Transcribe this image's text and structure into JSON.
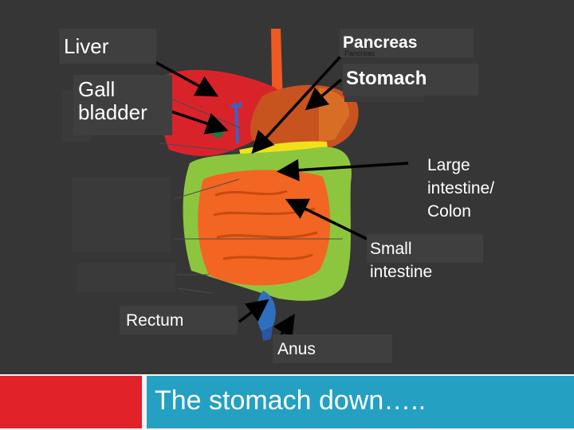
{
  "labels": {
    "liver": "Liver",
    "pancreas": "Pancreas",
    "pancreas_underlay": "Pancreas",
    "stomach": "Stomach",
    "gall_bladder_line1": "Gall",
    "gall_bladder_line2": "bladder",
    "large_intestine_line1": "Large",
    "large_intestine_line2": "intestine/",
    "large_intestine_line3": "Colon",
    "small_intestine_line1": "Small",
    "small_intestine_line2": "intestine",
    "rectum": "Rectum",
    "anus": "Anus"
  },
  "footer": {
    "title": "The stomach down….."
  },
  "colors": {
    "background": "#363636",
    "liver": "#d9232b",
    "stomach": "#c7531f",
    "esophagus": "#f05a22",
    "gall_bladder": "#1a7a3a",
    "pancreas": "#f2e11a",
    "large_intestine": "#8cc63f",
    "small_intestine": "#f26522",
    "rectum_anus": "#2e6fc0",
    "arrow": "#000000",
    "footer_red": "#e22229",
    "footer_blue": "#23a0c2"
  }
}
